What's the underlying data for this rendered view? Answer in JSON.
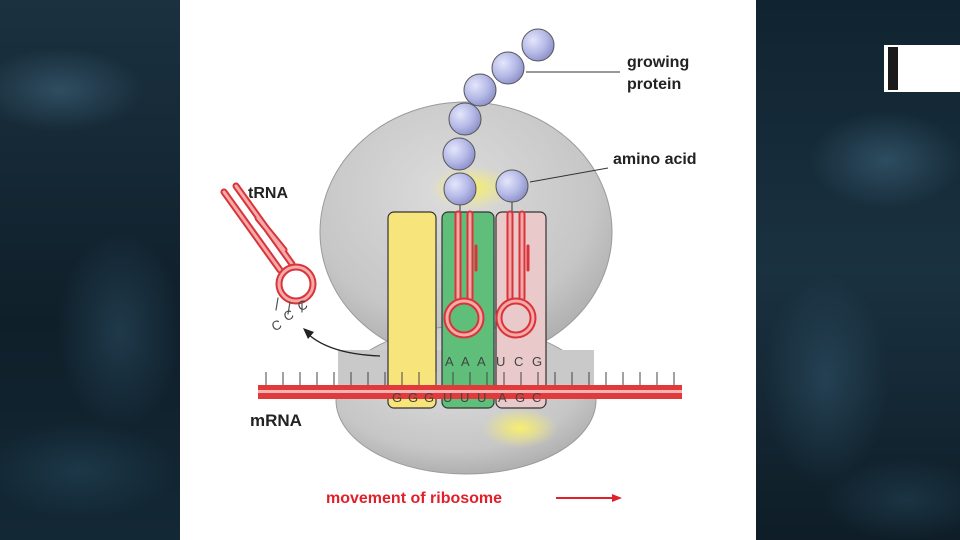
{
  "slide": {
    "colors": {
      "background": "#12232f",
      "figure_bg": "#ffffff",
      "accent_red": "#e0202a"
    }
  },
  "diagram": {
    "labels": {
      "growing": "growing",
      "protein": "protein",
      "amino_acid": "amino acid",
      "trna": "tRNA",
      "mrna": "mRNA",
      "movement": "movement of ribosome"
    },
    "exiting_trna_bases": [
      "C",
      "C",
      "C"
    ],
    "anticodons": [
      "A",
      "A",
      "A",
      "U",
      "C",
      "G"
    ],
    "codons": [
      "G",
      "G",
      "G",
      "U",
      "U",
      "U",
      "A",
      "G",
      "C"
    ],
    "colors": {
      "ribosome": "#c9c9c9",
      "site_e": "#f7e47a",
      "site_p": "#5fbf7a",
      "site_a": "#e9c9c9",
      "trna_fill": "#f5a9a9",
      "trna_stroke": "#d8343a",
      "amino_acid": "#b9bde8",
      "mrna": "#e03a3a",
      "highlight": "#f6ec7a"
    }
  }
}
